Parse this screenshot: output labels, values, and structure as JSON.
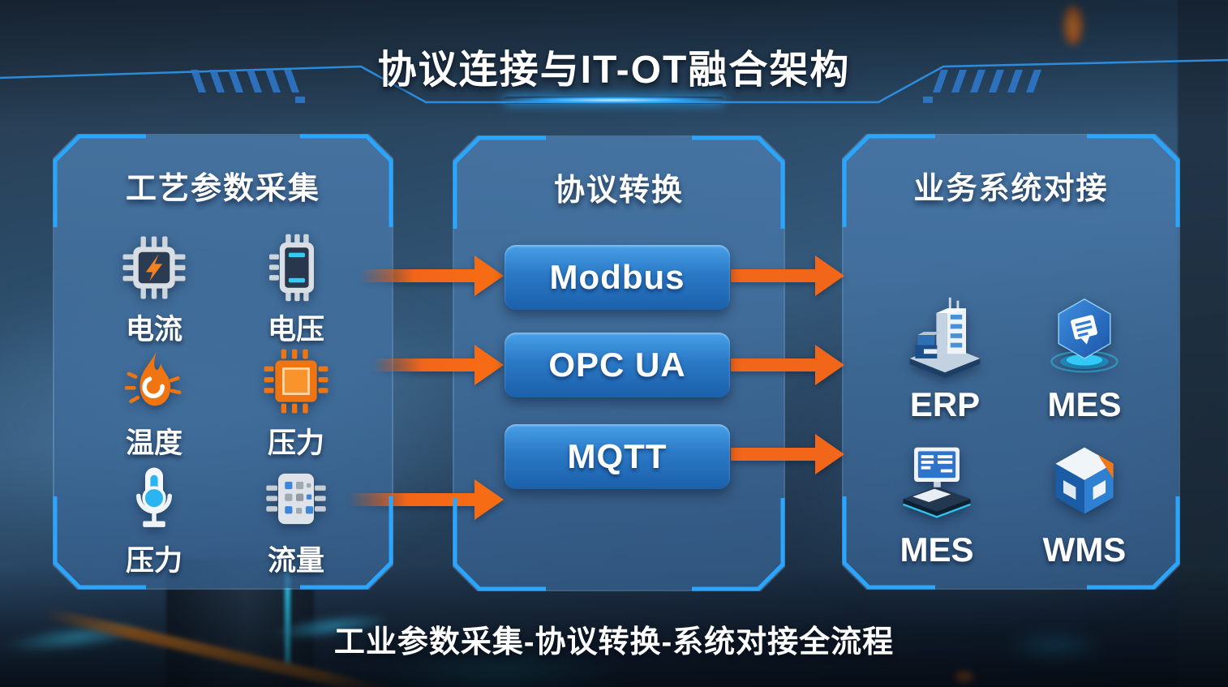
{
  "title": "协议连接与IT-OT融合架构",
  "caption": "工业参数采集-协议转换-系统对接全流程",
  "colors": {
    "arrow_orange": "#f2661a",
    "accent_blue": "#2ba6ff",
    "button_blue_top": "#48a0e8",
    "button_blue_bottom": "#1b60ab",
    "cyan_glow": "#2fd4ff"
  },
  "panels": {
    "collection": {
      "title": "工艺参数采集",
      "items": [
        {
          "label": "电流",
          "icon": "chip-lightning-icon"
        },
        {
          "label": "电压",
          "icon": "chip-voltage-icon"
        },
        {
          "label": "温度",
          "icon": "flame-temperature-icon"
        },
        {
          "label": "压力",
          "icon": "chip-pressure-icon"
        },
        {
          "label": "压力",
          "icon": "thermometer-pressure-icon"
        },
        {
          "label": "流量",
          "icon": "flow-chip-icon"
        }
      ]
    },
    "conversion": {
      "title": "协议转换",
      "protocols": [
        {
          "label": "Modbus"
        },
        {
          "label": "OPC UA"
        },
        {
          "label": "MQTT"
        }
      ]
    },
    "business": {
      "title": "业务系统对接",
      "systems": [
        {
          "label": "ERP",
          "icon": "erp-building-icon"
        },
        {
          "label": "MES",
          "icon": "mes-hexagon-icon"
        },
        {
          "label": "MES",
          "icon": "mes-terminal-icon"
        },
        {
          "label": "WMS",
          "icon": "wms-cube-icon"
        }
      ]
    }
  }
}
